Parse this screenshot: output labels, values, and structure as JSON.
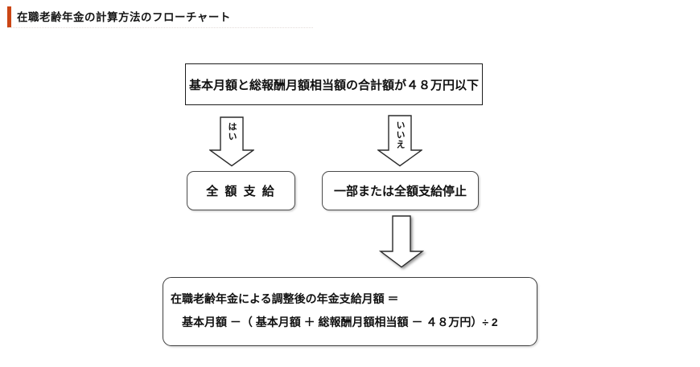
{
  "header": {
    "title": "在職老齢年金の計算方法のフローチャート",
    "accent_color": "#cb4615"
  },
  "flowchart": {
    "condition_box": {
      "text": "基本月額と総報酬月額相当額の合計額が４８万円以下"
    },
    "yes_arrow": {
      "label": "はい"
    },
    "no_arrow": {
      "label": "いいえ"
    },
    "yes_result_box": {
      "text": "全 額 支 給"
    },
    "no_result_box": {
      "text": "一部または全額支給停止"
    },
    "final_box": {
      "line1": "在職老齢年金による調整後の年金支給月額 ＝",
      "line2": "基本月額 －（ 基本月額 ＋ 総報酬月額相当額 － ４８万円）÷ 2"
    }
  }
}
